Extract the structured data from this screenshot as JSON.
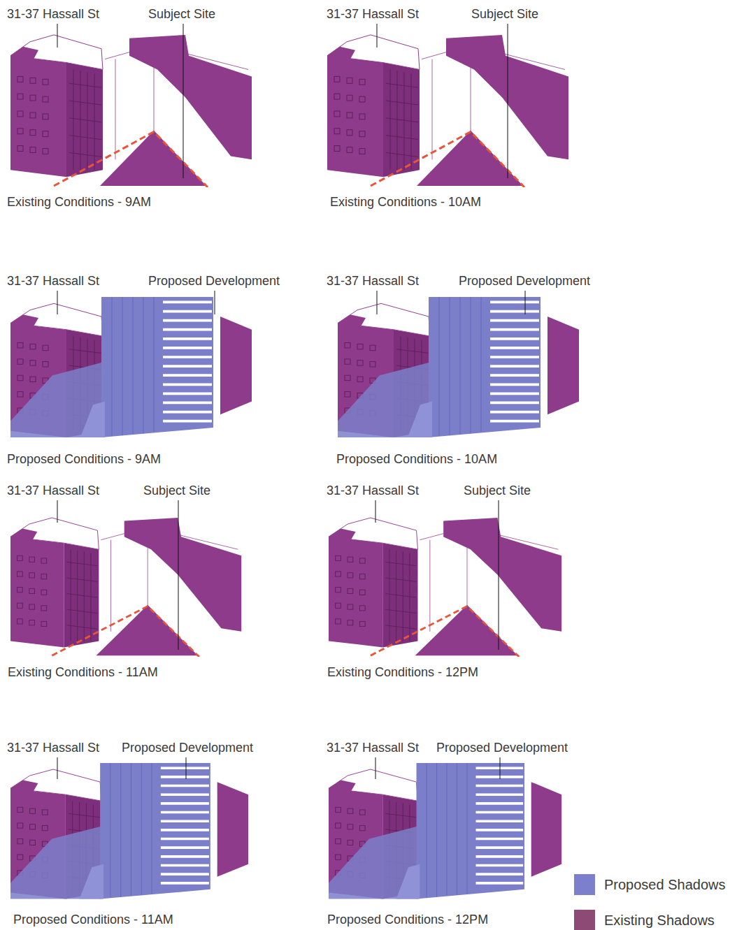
{
  "diagram": {
    "labels": [
      "31-37 Hassall St",
      "Subject Site",
      "Existing Conditions - 9AM",
      "31-37 Hassall St",
      "Subject Site",
      "Existing Conditions - 10AM",
      "31-37 Hassall St",
      "Proposed Development",
      "Proposed Conditions - 9AM",
      "31-37 Hassall St",
      "Proposed Development",
      "Proposed Conditions - 10AM",
      "31-37 Hassall St",
      "Subject Site",
      "Existing Conditions - 11AM",
      "31-37 Hassall St",
      "Subject Site",
      "Existing Conditions - 12PM",
      "31-37 Hassall St",
      "Proposed Development",
      "Proposed Conditions - 11AM",
      "31-37 Hassall St",
      "Proposed Development",
      "Proposed Conditions - 12PM"
    ],
    "legend": [
      {
        "text": "Proposed Shadows",
        "color": "#7c80cc"
      },
      {
        "text": "Existing Shadows",
        "color": "#8d4a74"
      }
    ]
  }
}
